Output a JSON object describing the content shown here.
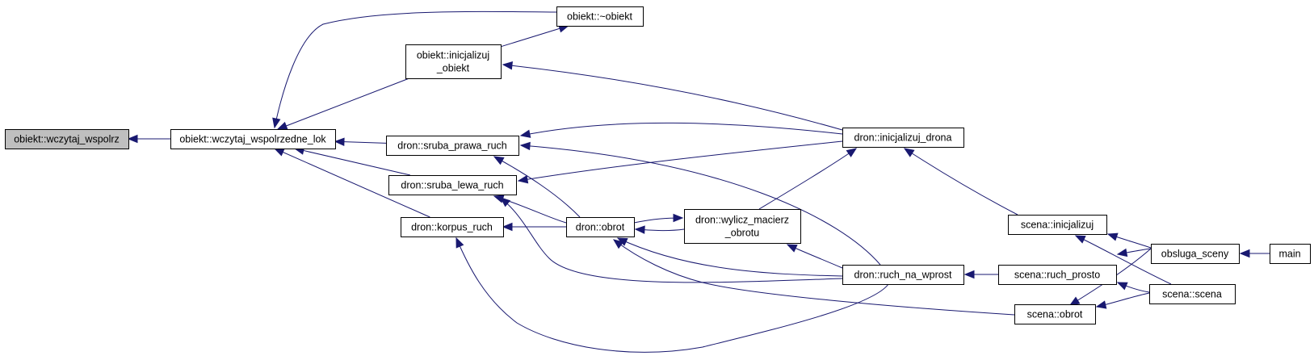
{
  "graph": {
    "root": "obiekt::wczytaj_wspolrz",
    "nodes": {
      "root": [
        "obiekt::wczytaj_wspolrz"
      ],
      "wczytaj_lok": [
        "obiekt::wczytaj_wspolrzedne_lok"
      ],
      "destr": [
        "obiekt::~obiekt"
      ],
      "init_obiekt": [
        "obiekt::inicjalizuj",
        "_obiekt"
      ],
      "sruba_prawa": [
        "dron::sruba_prawa_ruch"
      ],
      "sruba_lewa": [
        "dron::sruba_lewa_ruch"
      ],
      "korpus": [
        "dron::korpus_ruch"
      ],
      "obrot": [
        "dron::obrot"
      ],
      "macierz": [
        "dron::wylicz_macierz",
        "_obrotu"
      ],
      "init_drona": [
        "dron::inicjalizuj_drona"
      ],
      "ruch_wprost": [
        "dron::ruch_na_wprost"
      ],
      "sc_init": [
        "scena::inicjalizuj"
      ],
      "sc_ruch": [
        "scena::ruch_prosto"
      ],
      "sc_obrot": [
        "scena::obrot"
      ],
      "obsluga": [
        "obsluga_sceny"
      ],
      "sc_scena": [
        "scena::scena"
      ],
      "main": [
        "main"
      ]
    },
    "edges": [
      [
        "wczytaj_lok",
        "root"
      ],
      [
        "destr",
        "wczytaj_lok"
      ],
      [
        "init_obiekt",
        "wczytaj_lok"
      ],
      [
        "init_obiekt",
        "destr"
      ],
      [
        "sruba_prawa",
        "wczytaj_lok"
      ],
      [
        "sruba_lewa",
        "wczytaj_lok"
      ],
      [
        "korpus",
        "wczytaj_lok"
      ],
      [
        "init_drona",
        "init_obiekt"
      ],
      [
        "init_drona",
        "sruba_prawa"
      ],
      [
        "init_drona",
        "sruba_lewa"
      ],
      [
        "ruch_wprost",
        "sruba_prawa"
      ],
      [
        "ruch_wprost",
        "sruba_lewa"
      ],
      [
        "ruch_wprost",
        "korpus"
      ],
      [
        "ruch_wprost",
        "obrot"
      ],
      [
        "ruch_wprost",
        "macierz"
      ],
      [
        "obrot",
        "sruba_prawa"
      ],
      [
        "obrot",
        "sruba_lewa"
      ],
      [
        "obrot",
        "korpus"
      ],
      [
        "obrot",
        "macierz"
      ],
      [
        "macierz",
        "obrot"
      ],
      [
        "macierz",
        "init_drona"
      ],
      [
        "sc_init",
        "init_drona"
      ],
      [
        "sc_ruch",
        "ruch_wprost"
      ],
      [
        "sc_obrot",
        "obrot"
      ],
      [
        "obsluga",
        "sc_init"
      ],
      [
        "obsluga",
        "sc_ruch"
      ],
      [
        "obsluga",
        "sc_obrot"
      ],
      [
        "sc_scena",
        "sc_init"
      ],
      [
        "sc_scena",
        "sc_ruch"
      ],
      [
        "sc_scena",
        "sc_obrot"
      ],
      [
        "main",
        "obsluga"
      ]
    ]
  },
  "colors": {
    "edge": "#191970",
    "node_border": "#000000",
    "node_fill": "#ffffff",
    "root_fill": "#bfbfbf"
  }
}
